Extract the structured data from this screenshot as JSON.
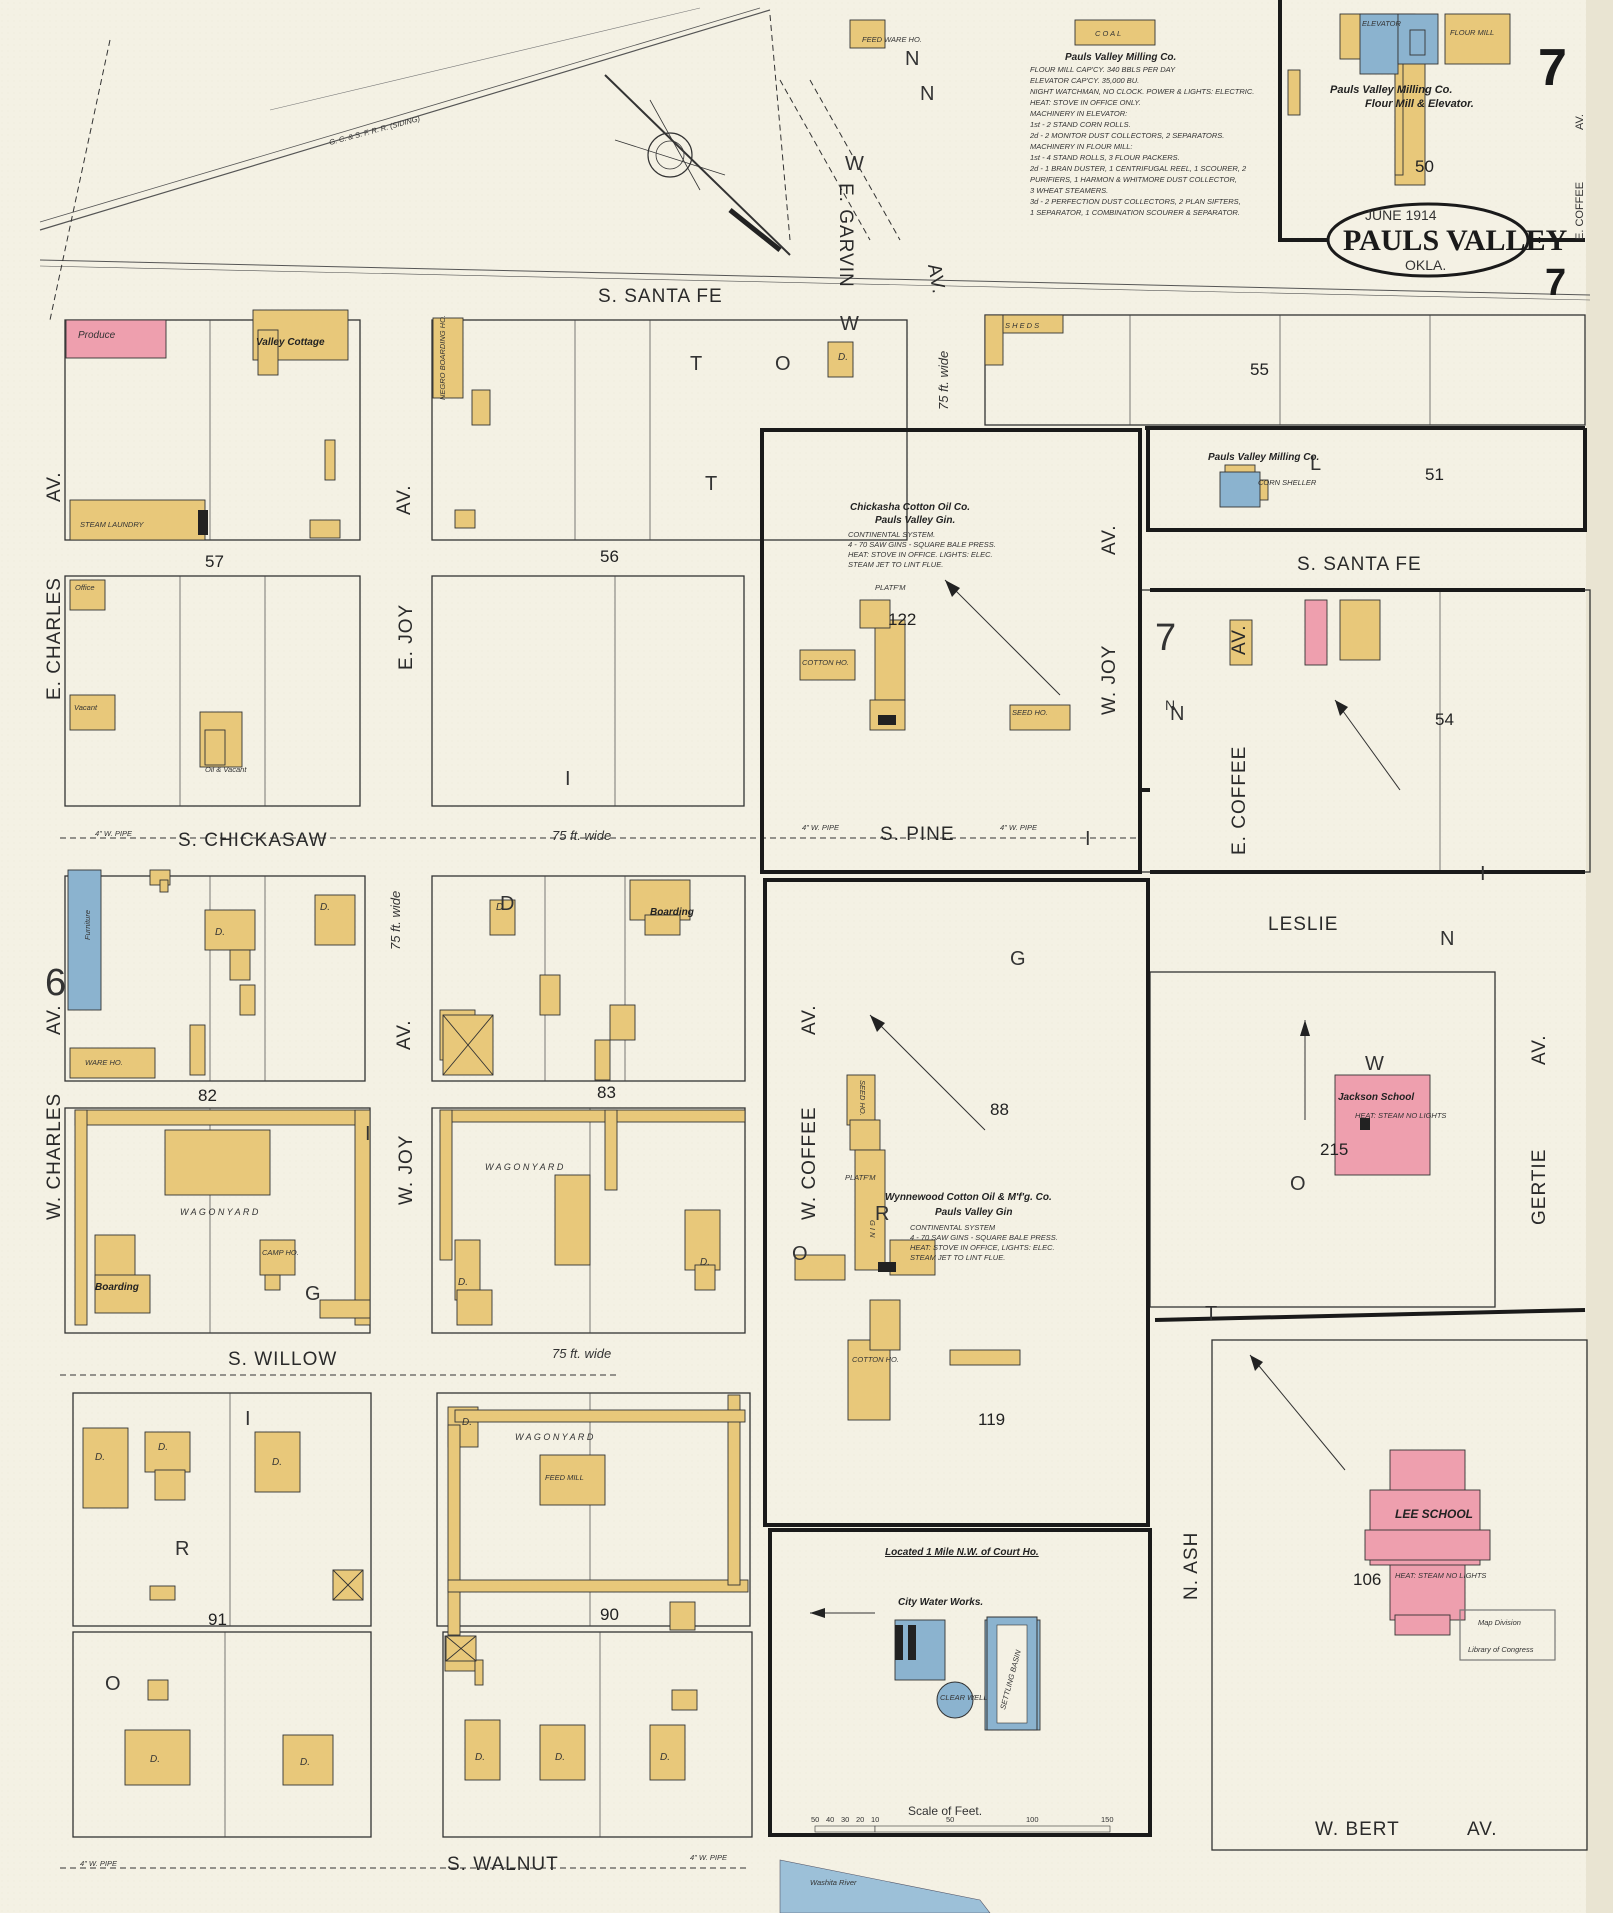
{
  "header": {
    "date": "JUNE 1914",
    "city": "PAULS VALLEY",
    "state": "OKLA.",
    "sheet": "7"
  },
  "streets": {
    "s_santa_fe": "S. SANTA FE",
    "s_santa_fe_2": "S. SANTA FE",
    "e_garvin": "E. GARVIN",
    "av": "AV.",
    "e_charles": "E. CHARLES",
    "w_charles": "W. CHARLES",
    "e_joy": "E. JOY",
    "w_joy": "W. JOY",
    "w_joy_2": "W. JOY",
    "e_coffee": "E. COFFEE",
    "e_coffee_small": "E. COFFEE",
    "w_coffee": "W. COFFEE",
    "s_chickasaw": "S. CHICKASAW",
    "s_pine": "S. PINE",
    "s_willow": "S. WILLOW",
    "s_walnut": "S. WALNUT",
    "leslie": "LESLIE",
    "gertie": "GERTIE",
    "n_ash": "N. ASH",
    "w_bert": "W. BERT",
    "width_75": "75 ft. wide",
    "pipe_4w": "4\" W. PIPE",
    "railroad": "G. C. & S. F. R. R. (SIDING)"
  },
  "blocks": [
    "57",
    "56",
    "55",
    "51",
    "54",
    "50",
    "122",
    "82",
    "83",
    "88",
    "215",
    "91",
    "90",
    "119",
    "106"
  ],
  "labels": {
    "produce": "Produce",
    "valley_cottage": "Valley Cottage",
    "negro_boarding": "NEGRO BOARDING HO.",
    "steam_laundry": "STEAM LAUNDRY",
    "office": "Office",
    "vacant": "Vacant",
    "oil_vacant": "Oil & Vacant",
    "furniture": "Furniture",
    "ware_ho": "WARE HO.",
    "boarding": "Boarding",
    "wagon_yard": "W A G O N   Y A R D",
    "camp_ho": "CAMP HO.",
    "feed_mill": "FEED MILL",
    "feed_ware_ho": "FEED WARE HO.",
    "coal": "C O A L",
    "sheds": "S H E D S",
    "cotton_ho": "COTTON HO.",
    "seed_ho": "SEED HO.",
    "platf": "PLATF'M",
    "gin": "G I N",
    "cotton_ho_2": "COTTON HO.",
    "dwelling": "D.",
    "corn_sheller": "CORN SHELLER",
    "jackson_school": "Jackson School",
    "lee_school": "LEE SCHOOL",
    "heat_steam": "HEAT: STEAM NO LIGHTS",
    "flour_mill": "FLOUR MILL",
    "elevator": "ELEVATOR",
    "settling_basin": "SETTLING BASIN",
    "clear_well": "CLEAR WELL",
    "map_division": "Map Division",
    "library": "Library of Congress",
    "washita_river": "Washita River"
  },
  "annotations": {
    "pauls_valley_milling": "Pauls Valley Milling Co.",
    "milling_notes": [
      "FLOUR MILL CAP'CY. 340 BBLS PER DAY",
      "ELEVATOR CAP'CY. 35,000 BU.",
      "NIGHT WATCHMAN, NO CLOCK. POWER & LIGHTS: ELECTRIC.",
      "HEAT: STOVE IN OFFICE ONLY.",
      "MACHINERY IN ELEVATOR:",
      "1st - 2 STAND CORN ROLLS.",
      "2d - 2 MONITOR DUST COLLECTORS, 2 SEPARATORS.",
      "MACHINERY IN FLOUR MILL:",
      "1st - 4 STAND ROLLS, 3 FLOUR PACKERS.",
      "2d - 1 BRAN DUSTER, 1 CENTRIFUGAL REEL, 1 SCOURER, 2",
      "PURIFIERS, 1 HARMON & WHITMORE DUST COLLECTOR,",
      "3 WHEAT STEAMERS.",
      "3d - 2 PERFECTION DUST COLLECTORS, 2 PLAN SIFTERS,",
      "1 SEPARATOR, 1 COMBINATION SCOURER & SEPARATOR."
    ],
    "pauls_valley_milling_2": "Pauls Valley Milling Co.",
    "flour_mill_elevator": "Flour Mill & Elevator.",
    "pauls_valley_milling_3": "Pauls Valley Milling Co.",
    "chickasha_title": "Chickasha Cotton Oil Co.",
    "chickasha_sub": "Pauls Valley Gin.",
    "chickasha_notes": [
      "CONTINENTAL SYSTEM.",
      "4 - 70 SAW GINS - SQUARE BALE PRESS.",
      "HEAT: STOVE IN OFFICE. LIGHTS: ELEC.",
      "STEAM JET TO LINT FLUE."
    ],
    "wynnewood_title": "Wynnewood Cotton Oil & M'f'g. Co.",
    "wynnewood_sub": "Pauls Valley Gin",
    "wynnewood_notes": [
      "CONTINENTAL SYSTEM",
      "4 - 70 SAW GINS - SQUARE BALE PRESS.",
      "HEAT: STOVE IN OFFICE, LIGHTS: ELEC.",
      "STEAM JET TO LINT FLUE."
    ],
    "located": "Located 1 Mile N.W. of Court Ho.",
    "water_works": "City Water Works.",
    "scale_title": "Scale of Feet.",
    "scale_ticks": [
      "50",
      "40",
      "30",
      "20",
      "10",
      "0",
      "50",
      "100",
      "150"
    ]
  },
  "big_letters": {
    "v1": "O",
    "v2": "T",
    "v3": "I",
    "v4": "D",
    "v5": "I",
    "v6": "R",
    "v7": "O",
    "e1": "N",
    "e2": "W",
    "e3": "G",
    "e4": "N",
    "e5": "W",
    "e6": "O",
    "e7": "T",
    "e8": "I",
    "e9": "N",
    "t1": "N",
    "t2": "W",
    "t3": "R",
    "t4": "I",
    "t5": "O",
    "t6": "T",
    "t7": "L",
    "r1": "I",
    "r2": "N",
    "r3": "7",
    "r4": "6",
    "r5": "G"
  },
  "colors": {
    "paper": "#f4f1e4",
    "frame": "#e8c87a",
    "brick": "#ee9fae",
    "stone": "#8bb3cf",
    "outline": "#333333"
  }
}
